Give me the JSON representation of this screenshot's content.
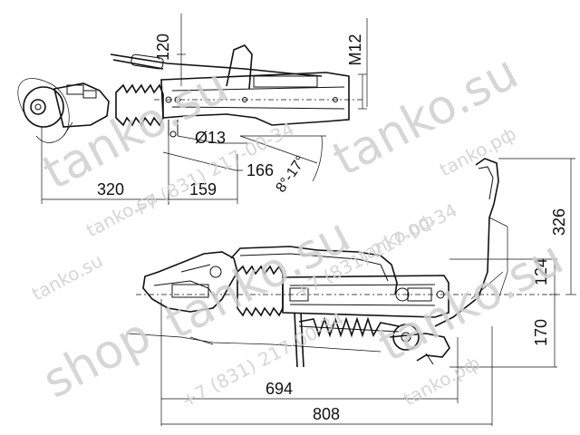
{
  "dimensions": {
    "d120": "120",
    "m12": "M12",
    "d13": "Ø13",
    "d166": "166",
    "angle": "8°-17°",
    "d320": "320",
    "d159": "159",
    "d326": "326",
    "d124": "124",
    "d170": "170",
    "d694": "694",
    "d808": "808"
  },
  "watermarks": {
    "brand": "tanko.su",
    "brand_rf": "tanko.рф",
    "phone": "+7 (831) 217-00-34",
    "shop": "shop"
  },
  "colors": {
    "line": "#111111",
    "watermark": "#cfcfcf"
  }
}
